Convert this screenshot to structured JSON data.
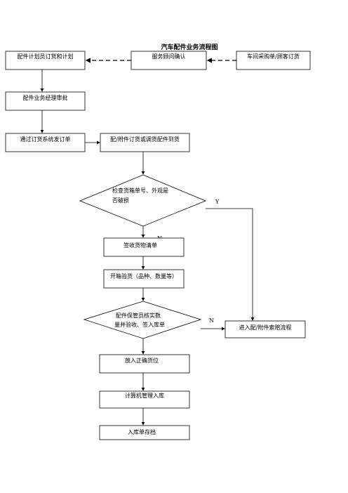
{
  "title": "汽车配件业务流程图",
  "nodes": {
    "plan": "配件计划员订货和计划",
    "service": "服务顾问确认",
    "workshop": "车间采购单/顾客订货",
    "manager": "配件业务经理审批",
    "system_order": "通过订货系统发订单",
    "arrival": "配/附件订货或调货配件到货",
    "check_line1": "检查货箱单号、外观是",
    "check_line2": "否破损",
    "sign": "签收货物清单",
    "inspect": "开箱验货（品种、数量等）",
    "verify_line1": "配件保管员核实数",
    "verify_line2": "量并验收、签入库单",
    "claim": "进入配/附件索赔流程",
    "shelve": "放入正确货位",
    "computer": "计算机管理入库",
    "archive": "入库单存档"
  },
  "labels": {
    "yes": "Y",
    "no_top": "N",
    "no_right": "N"
  }
}
